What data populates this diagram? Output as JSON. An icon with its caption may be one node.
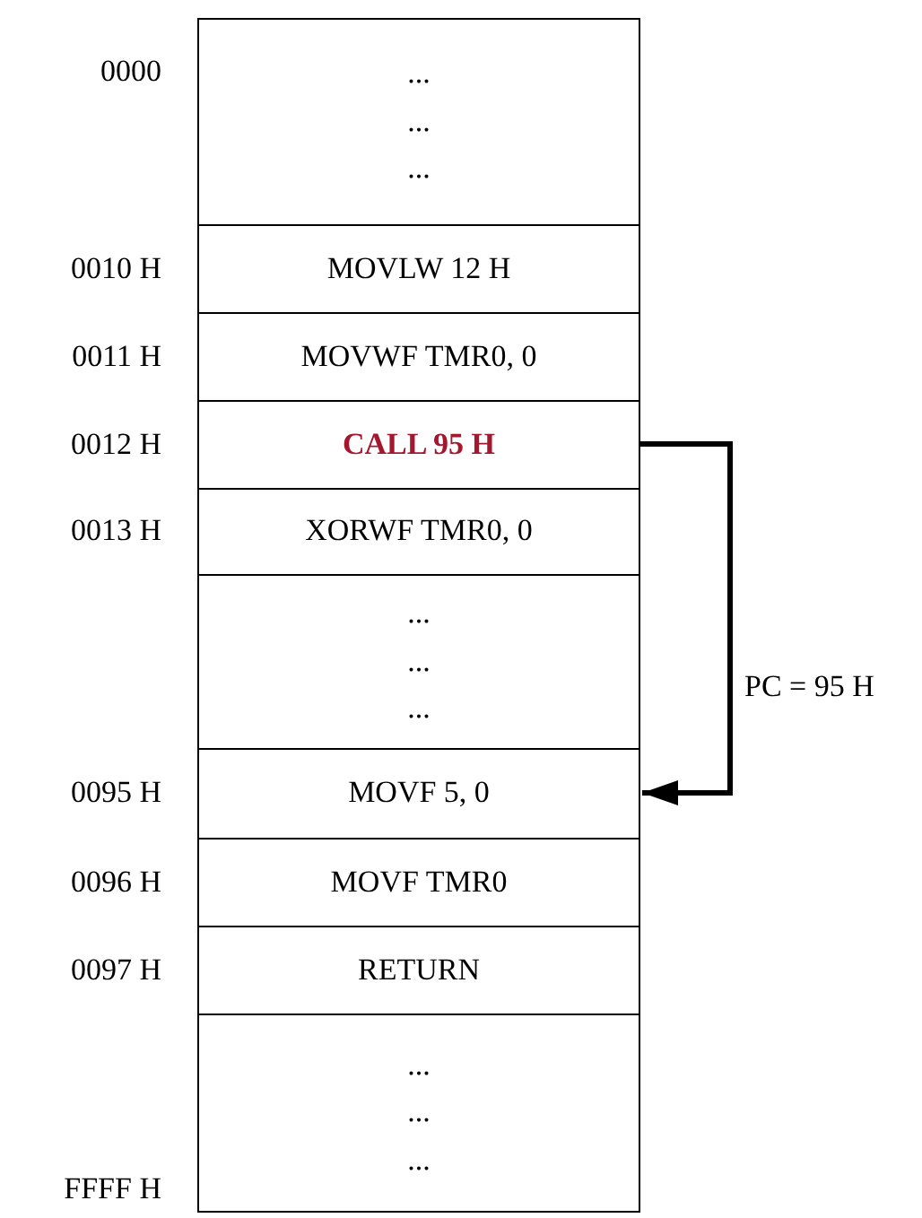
{
  "diagram": {
    "nodes": [
      {
        "text": [
          "... ... ..."
        ],
        "beside": [
          "0000"
        ]
      },
      {
        "text": [
          "MOVLW 12 H"
        ],
        "beside": [
          "0010 H"
        ]
      },
      {
        "text": [
          "MOVWF TMR0, 0"
        ],
        "beside": [
          "0011 H"
        ]
      },
      {
        "text": [
          "CALL 95 H"
        ],
        "beside": [
          "0012 H"
        ]
      },
      {
        "text": [
          "XORWF TMR0, 0"
        ],
        "beside": [
          "0013 H"
        ]
      },
      {
        "text": [
          "... ... ..."
        ]
      },
      {
        "text": [
          "MOVF 5, 0"
        ],
        "beside": [
          "0095 H"
        ]
      },
      {
        "text": [
          "MOVF TMR0"
        ],
        "beside": [
          "0096 H"
        ]
      },
      {
        "text": [
          "RETURN"
        ],
        "beside": [
          "0097 H"
        ]
      },
      {
        "text": [
          "... ... ..."
        ],
        "beside": [
          "FFFF H"
        ]
      }
    ],
    "edges": [
      {
        "from": 3,
        "to": 6,
        "arrow": "to",
        "label": "PC = 95 H"
      }
    ]
  }
}
